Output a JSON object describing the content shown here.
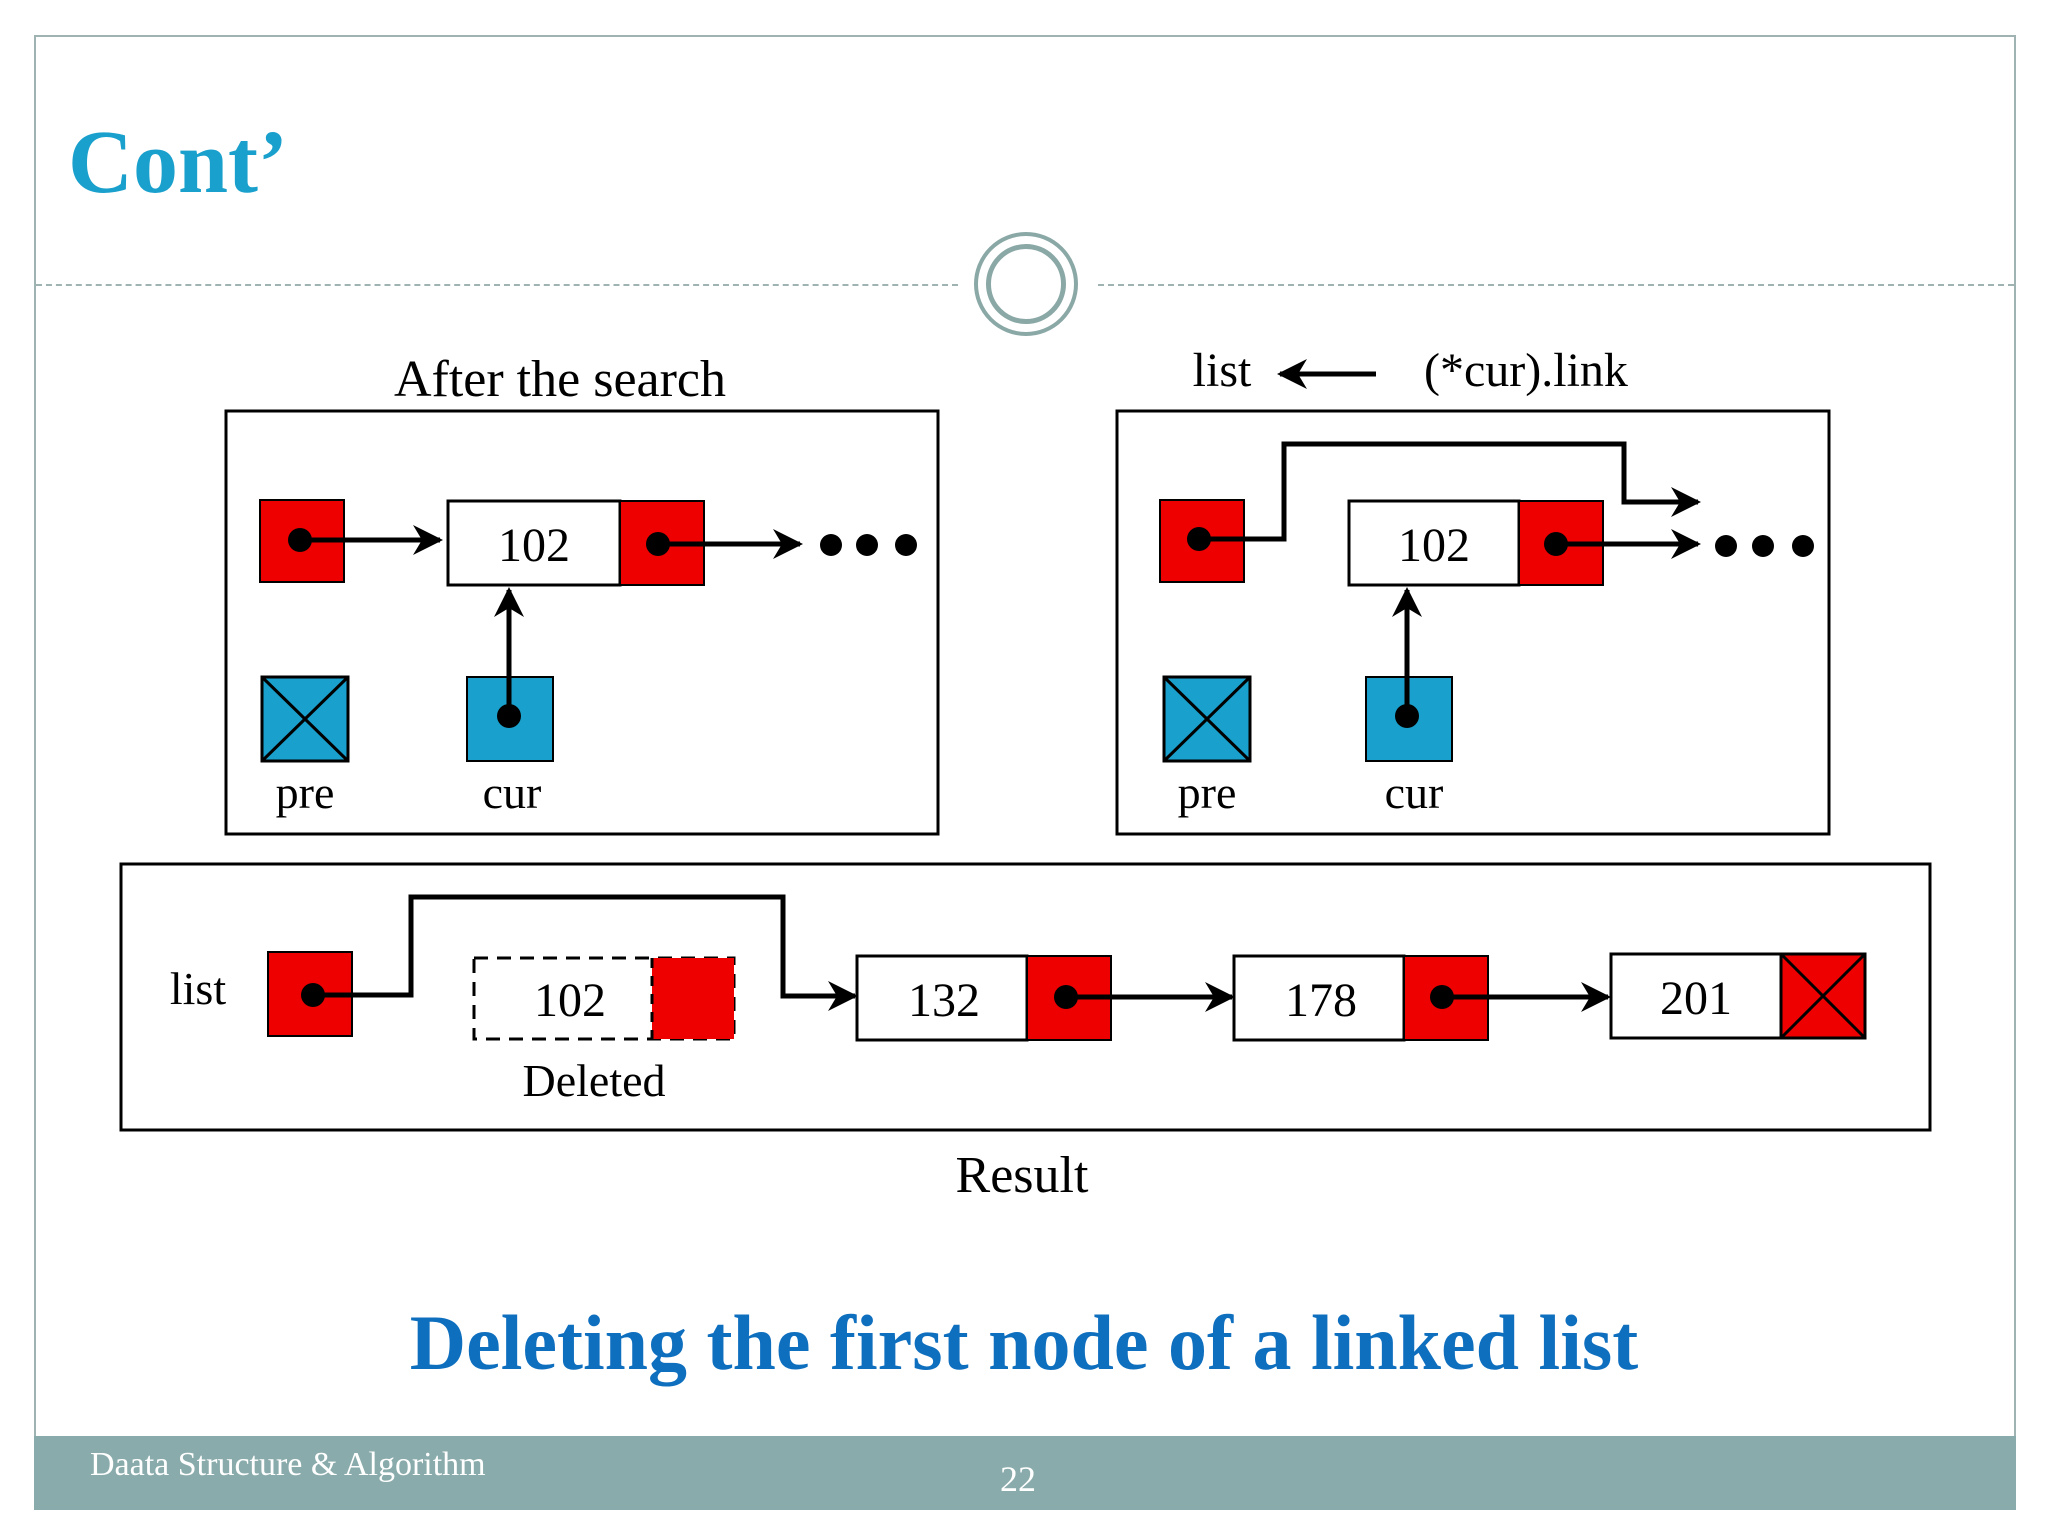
{
  "slide": {
    "title": "Cont’",
    "caption": "Deleting the first node of a linked list",
    "footer_text": "Daata Structure & Algorithm",
    "page_number": "22"
  },
  "colors": {
    "title": "#1aa0cc",
    "caption": "#0f6fbf",
    "node_pointer_red": "#ee0000",
    "pointer_box_blue": "#1aa0cc",
    "footer_bar": "#8aabab"
  },
  "panel_before": {
    "heading": "After the search",
    "node_value": "102",
    "pre_label": "pre",
    "cur_label": "cur"
  },
  "panel_after": {
    "heading_left": "list",
    "heading_right": "(*cur).link",
    "node_value": "102",
    "pre_label": "pre",
    "cur_label": "cur"
  },
  "panel_result": {
    "list_label": "list",
    "deleted_value": "102",
    "deleted_label": "Deleted",
    "node_values": [
      "132",
      "178",
      "201"
    ],
    "heading": "Result"
  }
}
